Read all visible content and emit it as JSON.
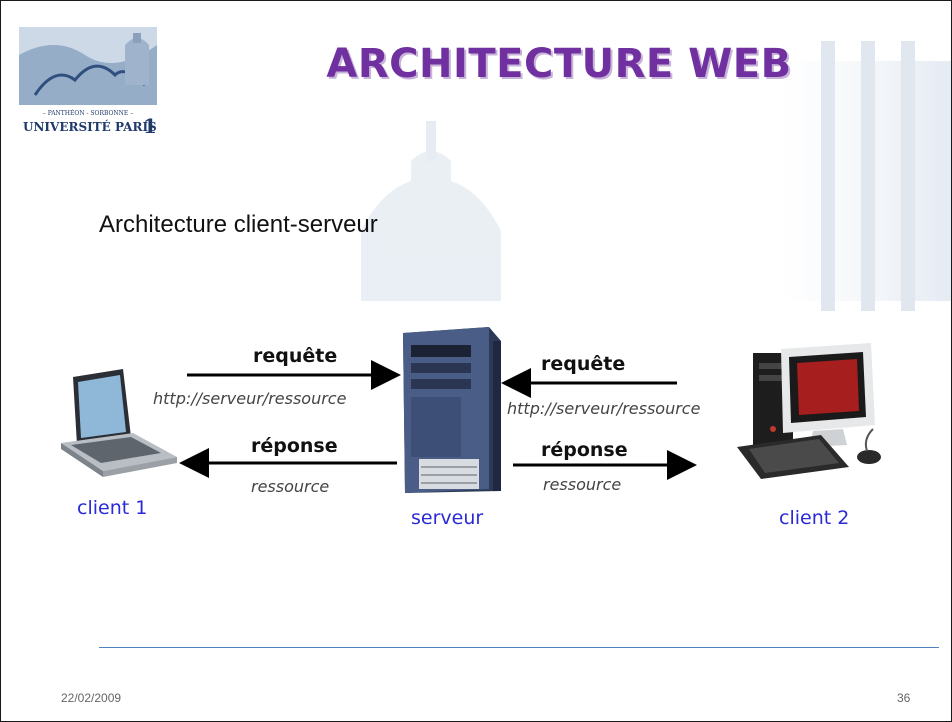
{
  "slide": {
    "title": "ARCHITECTURE WEB",
    "subtitle": "Architecture client-serveur",
    "date": "22/02/2009",
    "page_number": "36"
  },
  "logo": {
    "line1": "– PANTHÉON - SORBONNE –",
    "line2": "UNIVERSITÉ PARIS",
    "numeral": "1"
  },
  "diagram": {
    "left_request_label": "requête",
    "left_request_url": "http://serveur/ressource",
    "left_response_label": "réponse",
    "left_response_body": "ressource",
    "right_request_label": "requête",
    "right_request_url": "http://serveur/ressource",
    "right_response_label": "réponse",
    "right_response_body": "ressource",
    "client1": "client 1",
    "server": "serveur",
    "client2": "client 2"
  },
  "colors": {
    "title": "#7030a0",
    "node_label": "#2a2ad6",
    "rule": "#4f81bd"
  }
}
